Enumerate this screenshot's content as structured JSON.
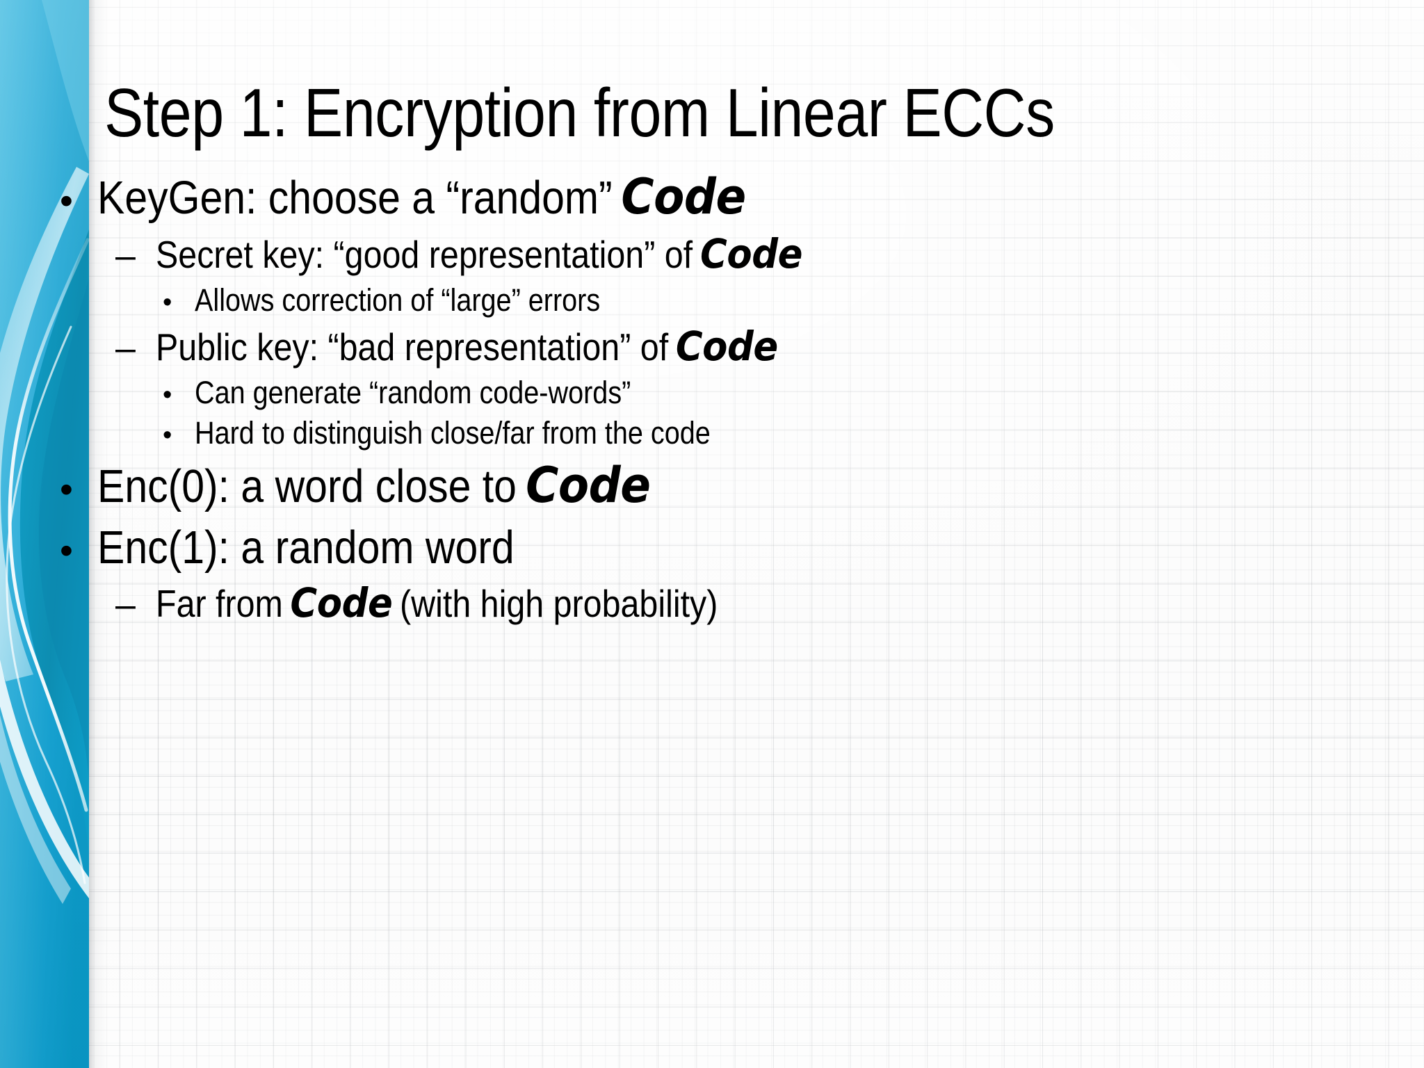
{
  "slide": {
    "title": "Step 1: Encryption from Linear ECCs",
    "theme": {
      "sidebar_color_light": "#4fc3e8",
      "sidebar_color_mid": "#29a3ce",
      "sidebar_color_dark": "#0f93bd",
      "sidebar_accent_deep": "#0b82a8",
      "text_color": "#000000",
      "paper_color": "#fcfcfc",
      "grid_line_color": "#969ba0"
    },
    "bullets": [
      {
        "level": 1,
        "marker": "•",
        "marker_name": "bullet-dot",
        "parts": [
          {
            "text": "KeyGen: choose a “random” ",
            "style": "normal"
          },
          {
            "text": "Code",
            "style": "code"
          }
        ]
      },
      {
        "level": 2,
        "marker": "–",
        "marker_name": "bullet-dash",
        "parts": [
          {
            "text": "Secret key: “good representation” of ",
            "style": "normal"
          },
          {
            "text": "Code",
            "style": "code"
          }
        ]
      },
      {
        "level": 3,
        "marker": "•",
        "marker_name": "bullet-dot",
        "parts": [
          {
            "text": "Allows correction of “large” errors",
            "style": "normal"
          }
        ]
      },
      {
        "level": 2,
        "marker": "–",
        "marker_name": "bullet-dash",
        "parts": [
          {
            "text": "Public key: “bad representation” of ",
            "style": "normal"
          },
          {
            "text": "Code",
            "style": "code"
          }
        ]
      },
      {
        "level": 3,
        "marker": "•",
        "marker_name": "bullet-dot",
        "parts": [
          {
            "text": "Can generate “random code-words”",
            "style": "normal"
          }
        ]
      },
      {
        "level": 3,
        "marker": "•",
        "marker_name": "bullet-dot",
        "parts": [
          {
            "text": "Hard to distinguish close/far from the code",
            "style": "normal"
          }
        ]
      },
      {
        "level": 1,
        "marker": "•",
        "marker_name": "bullet-dot",
        "parts": [
          {
            "text": "Enc(0): a word close to ",
            "style": "normal"
          },
          {
            "text": "Code",
            "style": "code"
          }
        ]
      },
      {
        "level": 1,
        "marker": "•",
        "marker_name": "bullet-dot",
        "parts": [
          {
            "text": "Enc(1): a random word",
            "style": "normal"
          }
        ]
      },
      {
        "level": 2,
        "marker": "–",
        "marker_name": "bullet-dash",
        "parts": [
          {
            "text": "Far from ",
            "style": "normal"
          },
          {
            "text": "Code",
            "style": "code"
          },
          {
            "text": "  (with high probability)",
            "style": "normal"
          }
        ]
      }
    ]
  }
}
